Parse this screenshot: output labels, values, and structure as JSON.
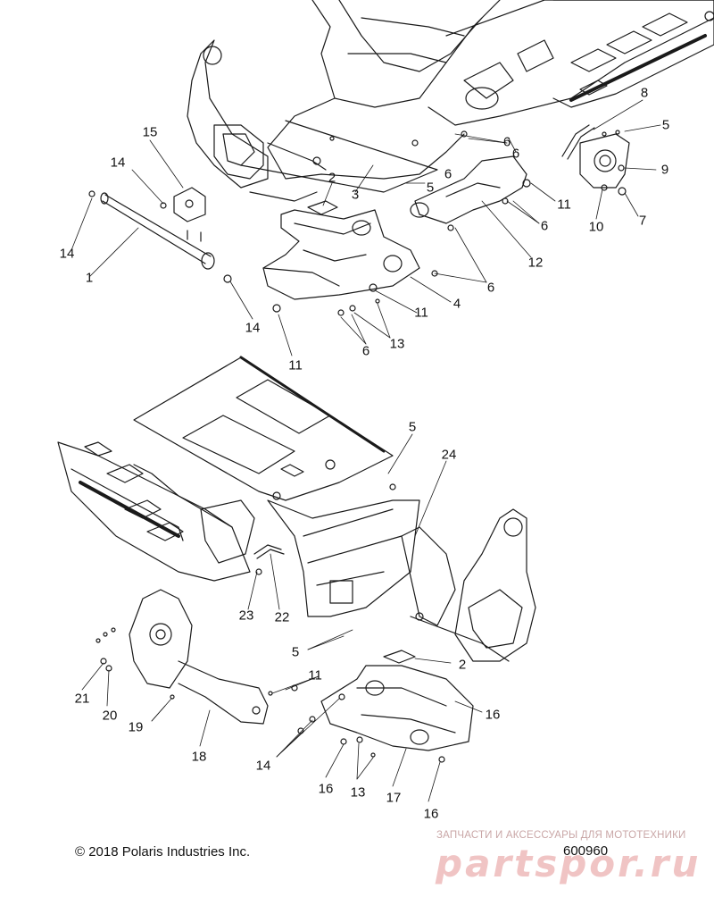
{
  "copyright": "© 2018 Polaris Industries Inc.",
  "drawing_number": "600960",
  "watermark": {
    "tagline": "ЗАПЧАСТИ И АКСЕССУАРЫ ДЛЯ МОТОТЕХНИКИ",
    "brand": "partspor.ru"
  },
  "callouts": [
    "1",
    "2",
    "3",
    "4",
    "5",
    "6",
    "7",
    "8",
    "9",
    "10",
    "11",
    "12",
    "13",
    "14",
    "15",
    "16",
    "17",
    "18",
    "19",
    "20",
    "21",
    "22",
    "23",
    "24"
  ]
}
